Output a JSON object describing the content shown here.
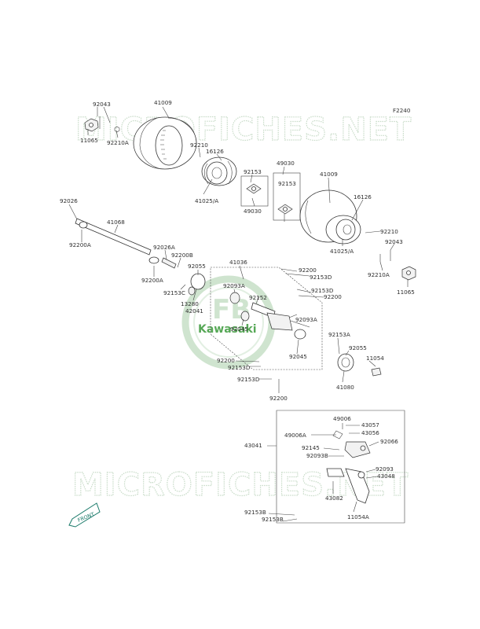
{
  "diagram_id": "F2240",
  "watermark_text": "MICROFICHES.NET",
  "logo_text": "Kawasaki",
  "front_arrow_label": "FRONT",
  "colors": {
    "watermark": "#c9dcc9",
    "logo_green": "#57a857",
    "ink": "#333333",
    "accent_teal": "#1a7a6a"
  },
  "labels": {
    "l92043a": "92043",
    "l41009a": "41009",
    "l11065a": "11065",
    "l92210Aa": "92210A",
    "l92210a": "92210",
    "l16126a": "16126",
    "l41025Aa": "41025/A",
    "l92153a": "92153",
    "l49030a": "49030",
    "l49030b": "49030",
    "l92153b": "92153",
    "l41009b": "41009",
    "l16126b": "16126",
    "l92210b": "92210",
    "l92043b": "92043",
    "l41025Ab": "41025/A",
    "l92210Ab": "92210A",
    "l11065b": "11065",
    "l92026": "92026",
    "l41068": "41068",
    "l92200A": "92200A",
    "l92026A": "92026A",
    "l92200B": "92200B",
    "l92200Ab": "92200A",
    "l92055a": "92055",
    "l92153C": "92153C",
    "l13280": "13280",
    "l42041": "42041",
    "l41036": "41036",
    "l92093A": "92093A",
    "l92152": "92152",
    "l92045a": "92045",
    "l92093Ab": "92093A",
    "l92045b": "92045",
    "l92200a": "92200",
    "l92153Da": "92153D",
    "l92153Db": "92153D",
    "l92200b": "92200",
    "l92200c": "92200",
    "l92153Dc": "92153D",
    "l92153Dd": "92153D",
    "l92200d": "92200",
    "l92153A": "92153A",
    "l92055b": "92055",
    "l11054": "11054",
    "l41080": "41080",
    "l43041": "43041",
    "l49006": "49006",
    "l43057": "43057",
    "l49006A": "49006A",
    "l43056": "43056",
    "l92066": "92066",
    "l92145": "92145",
    "l92093B": "92093B",
    "l92093": "92093",
    "l43048": "43048",
    "l43082": "43082",
    "l11054A": "11054A",
    "l92153Ba": "92153B",
    "l92153Bb": "92153B"
  }
}
